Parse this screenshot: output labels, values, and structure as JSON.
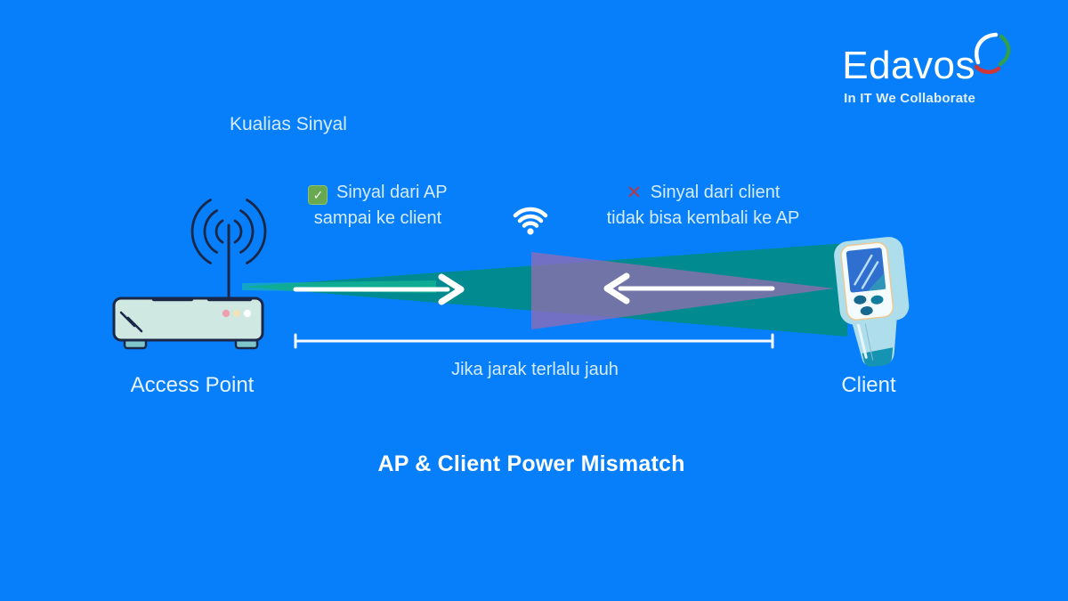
{
  "header": {
    "logo_text": "Edavos",
    "logo_tagline": "In IT We Collaborate"
  },
  "diagram": {
    "quality_label": "Kualias Sinyal",
    "ap_note": {
      "icon": "✓",
      "line1": "Sinyal dari AP",
      "line2": "sampai ke client"
    },
    "client_note": {
      "icon": "✕",
      "line1": "Sinyal dari client",
      "line2": "tidak bisa kembali ke AP"
    },
    "distance_label": "Jika jarak terlalu jauh",
    "ap_label": "Access Point",
    "client_label": "Client"
  },
  "title": "AP & Client Power Mismatch",
  "colors": {
    "background_blue": "#077ffb",
    "text_light": "#d6ecfd",
    "title_white": "#ffffff",
    "ap_cone_teal": "#008d7d",
    "client_cone_purple": "#9c6bae",
    "check_green": "#67a850",
    "cross_red": "#b23a4b",
    "device_outline_navy": "#1b2747",
    "router_body_mint": "#cfe9e2",
    "client_body_blue": "#aeddec",
    "screen_blue": "#2e6fd0",
    "arrow_white": "#ffffff",
    "logo_swirl_green": "#2f9e4f",
    "logo_swirl_red": "#d23535"
  }
}
